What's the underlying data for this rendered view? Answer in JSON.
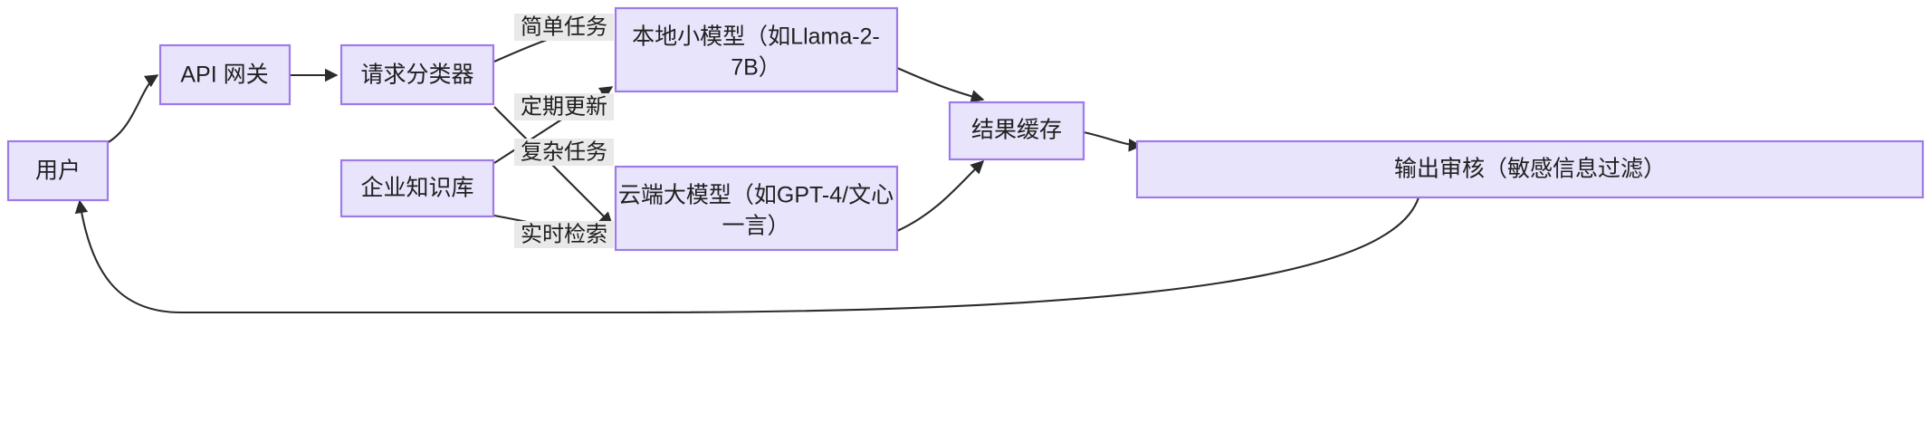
{
  "diagram": {
    "type": "flowchart",
    "direction": "left-to-right",
    "theme": {
      "node_fill": "#e8e4fb",
      "node_stroke": "#9f7bea",
      "edge_stroke": "#2b2b2b",
      "label_bg": "#e9e9e9",
      "text_color": "#202020",
      "canvas_bg": "#ffffff"
    },
    "nodes": [
      {
        "id": "user",
        "label": "用户"
      },
      {
        "id": "gateway",
        "label": "API 网关"
      },
      {
        "id": "classifier",
        "label": "请求分类器"
      },
      {
        "id": "kb",
        "label": "企业知识库"
      },
      {
        "id": "local",
        "label_line1": "本地小模型（如Llama-2-",
        "label_line2": "7B）"
      },
      {
        "id": "cloud",
        "label_line1": "云端大模型（如GPT-4/文心",
        "label_line2": "一言）"
      },
      {
        "id": "cache",
        "label": "结果缓存"
      },
      {
        "id": "audit",
        "label": "输出审核（敏感信息过滤）"
      }
    ],
    "edges": [
      {
        "from": "user",
        "to": "gateway",
        "label": ""
      },
      {
        "from": "gateway",
        "to": "classifier",
        "label": ""
      },
      {
        "from": "classifier",
        "to": "local",
        "label": "简单任务"
      },
      {
        "from": "classifier",
        "to": "cloud",
        "label": "复杂任务"
      },
      {
        "from": "kb",
        "to": "local",
        "label": "定期更新"
      },
      {
        "from": "kb",
        "to": "cloud",
        "label": "实时检索"
      },
      {
        "from": "local",
        "to": "cache",
        "label": ""
      },
      {
        "from": "cloud",
        "to": "cache",
        "label": ""
      },
      {
        "from": "cache",
        "to": "audit",
        "label": ""
      },
      {
        "from": "audit",
        "to": "user",
        "label": ""
      }
    ]
  }
}
